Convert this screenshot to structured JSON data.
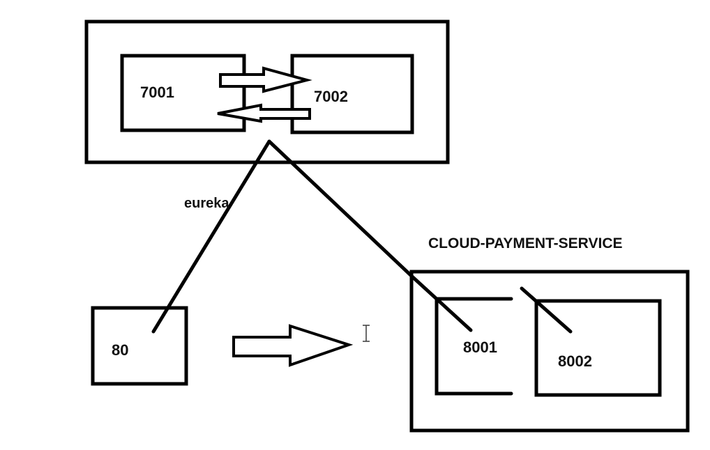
{
  "eureka_cluster": {
    "label": "eureka",
    "nodes": [
      {
        "label": "7001"
      },
      {
        "label": "7002"
      }
    ]
  },
  "consumer": {
    "label": "80"
  },
  "service_cluster": {
    "label": "CLOUD-PAYMENT-SERVICE",
    "nodes": [
      {
        "label": "8001"
      },
      {
        "label": "8002"
      }
    ]
  },
  "cursor_icon": "text-cursor-icon"
}
